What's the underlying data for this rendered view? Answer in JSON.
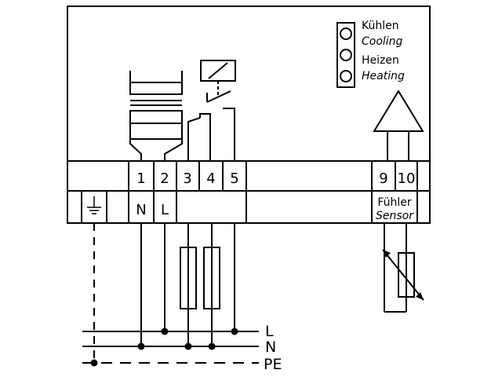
{
  "legend": {
    "cooling_de": "Kühlen",
    "cooling_en": "Cooling",
    "heating_de": "Heizen",
    "heating_en": "Heating"
  },
  "terminals": {
    "t1": "1",
    "t2": "2",
    "t3": "3",
    "t4": "4",
    "t5": "5",
    "t9": "9",
    "t10": "10"
  },
  "supply_labels": {
    "n": "N",
    "l": "L"
  },
  "sensor": {
    "label_de": "Fühler",
    "label_en": "Sensor"
  },
  "bus": {
    "l": "L",
    "n": "N",
    "pe": "PE"
  }
}
